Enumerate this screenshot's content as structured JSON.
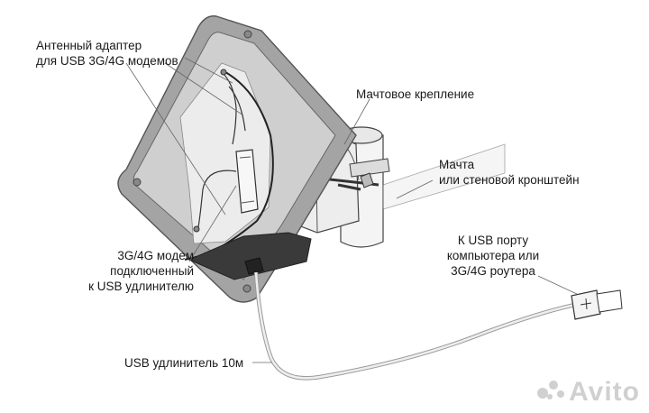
{
  "labels": {
    "adapter": [
      "Антенный адаптер",
      "для USB 3G/4G модемов"
    ],
    "mount": [
      "Мачтовое крепление"
    ],
    "mast": [
      "Мачта",
      "или стеновой кронштейн"
    ],
    "modem": [
      "3G/4G модем",
      "подключенный",
      "к USB удлинителю"
    ],
    "usb_port": [
      "К USB порту",
      "компьютера или",
      "3G/4G роутера"
    ],
    "extension": [
      "USB удлинитель 10м"
    ]
  },
  "watermark": "Avito",
  "colors": {
    "panel_edge": "#9a9a9a",
    "panel_face": "#d8d8d8",
    "panel_inner": "#ececec",
    "line": "#333333",
    "cable": "#e6e6e6"
  }
}
